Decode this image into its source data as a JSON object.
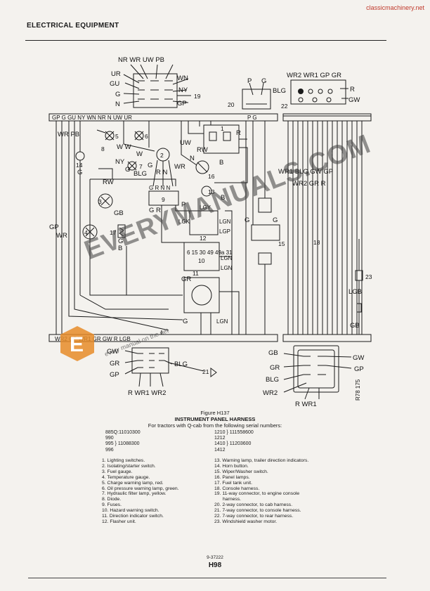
{
  "header": {
    "site": "classicmachinery.net",
    "section": "ELECTRICAL EQUIPMENT"
  },
  "watermark": {
    "text": "EVERYMANUALS.COM",
    "sub": "every manual on the net"
  },
  "labels": {
    "nr_wr_uw_pb": "NR WR UW PB",
    "ur": "UR",
    "gu": "GU",
    "g_sw": "G",
    "n_sw": "N",
    "wn": "WN",
    "ny": "NY",
    "gp_sw": "GP",
    "n19": "19",
    "n20": "20",
    "n22": "22",
    "p": "P",
    "g20": "G",
    "wr2_top": "WR2 WR1 GP GR",
    "blg_top": "BLG",
    "r_top": "R",
    "gw_top": "GW",
    "bus": "GP  G GU    NY    WN    NR N UW UR",
    "bus_pg": "P    G",
    "wr_pb": "WR PB",
    "n14": "14",
    "g14": "G",
    "n5": "5",
    "n6": "6",
    "n8": "8",
    "ww": "W W",
    "w": "W",
    "n7": "7",
    "n2": "2",
    "uw": "UW",
    "rw": "RW",
    "n1": "1",
    "r1": "R",
    "b16": "B",
    "n16": "16",
    "ny7": "NY",
    "g7": "G",
    "g2": "G",
    "blg2": "BLG",
    "rn": "R N",
    "wr_mid": "WR",
    "n_mid": "N",
    "rw3": "RW",
    "n3": "3",
    "gb": "GB",
    "n4": "4",
    "n17": "17",
    "g17": "G",
    "b17": "B",
    "grnn": "G R N N",
    "n9": "9",
    "g_r": "G  R",
    "n13": "13",
    "b13": "B",
    "lgy": "LGY",
    "p_mid": "P",
    "lgk": "LGK",
    "lgn": "LGN",
    "lgp": "LGP",
    "n12": "12",
    "n10": "10",
    "n11": "11",
    "lgn2": "LGN",
    "lgn3": "LGN",
    "lgn4": "LGN",
    "gp_left": "GP",
    "wr_left": "WR",
    "gr11": "GR",
    "g11": "G",
    "wr1_right": "WR1   BLG  GW GP",
    "wr2_right": "WR2    GR   R",
    "n18": "18",
    "n15": "15",
    "g15": "G",
    "g15b": "G",
    "n23": "23",
    "lgb": "LGB",
    "gb23": "GB",
    "bottombus": "WR2          GP         WR1  GR GW          R LGB",
    "gw21": "GW",
    "gr21": "GR",
    "gp21": "GP",
    "blg21": "BLG",
    "n21": "21",
    "rwr": "R WR1  WR2",
    "gb22": "GB",
    "gr22": "GR",
    "blg22": "BLG",
    "wr2_22": "WR2",
    "gw22": "GW",
    "gp22": "GP",
    "rwr22": "R  WR1",
    "code": "R78 175",
    "dots": "6  15  30  49  49a  31"
  },
  "caption": {
    "figure": "Figure H137",
    "title": "INSTRUMENT PANEL HARNESS",
    "subtitle": "For tractors with Q-cab from the following serial numbers:"
  },
  "serials": {
    "l1": "885Q:11010300",
    "l2": "990",
    "l3": "995  } 11088300",
    "l4": "996",
    "r1": "1210  } 111558600",
    "r2": "1212",
    "r3": "1410  } 11203600",
    "r4": "1412"
  },
  "legend_left": [
    "1. Lighting switches.",
    "2. Isolating/starter switch.",
    "3. Fuel gauge.",
    "4. Temperature gauge.",
    "5. Charge warning lamp, red.",
    "6. Oil pressure warning lamp, green.",
    "7. Hydraulic filter lamp, yellow.",
    "8. Diode.",
    "9. Fuses.",
    "10. Hazard warning switch.",
    "11. Direction indicator switch.",
    "12. Flasher unit."
  ],
  "legend_right": [
    "13. Warning lamp, trailer direction indicators.",
    "14. Horn button.",
    "15. Wiper/Washer switch.",
    "16. Panel lamps.",
    "17. Fuel tank unit.",
    "18. Console harness.",
    "19. 11-way connector, to engine console",
    "harness.",
    "20. 2-way connector, to cab harness.",
    "21. 7-way connector, to console harness.",
    "22. 7-way connector, to rear harness.",
    "23. Windshield washer motor."
  ],
  "footer": {
    "docnum": "9-37222",
    "page": "H98"
  }
}
